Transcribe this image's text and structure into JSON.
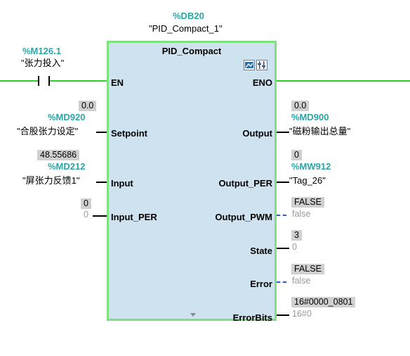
{
  "instance": {
    "db_address": "%DB20",
    "db_name": "\"PID_Compact_1\""
  },
  "block": {
    "title": "PID_Compact",
    "icons": [
      "commissioning-icon",
      "configuration-icon"
    ],
    "inputs": {
      "en": "EN",
      "setpoint": "Setpoint",
      "input": "Input",
      "input_per": "Input_PER"
    },
    "outputs": {
      "eno": "ENO",
      "output": "Output",
      "output_per": "Output_PER",
      "output_pwm": "Output_PWM",
      "state": "State",
      "error": "Error",
      "errorbits": "ErrorBits"
    }
  },
  "contact": {
    "address": "%M126.1",
    "name": "\"张力投入\""
  },
  "left_params": {
    "setpoint": {
      "value": "0.0",
      "address": "%MD920",
      "name": "\"合股张力设定\""
    },
    "input": {
      "value": "48.55686",
      "address": "%MD212",
      "name": "\"屏张力反馈1\""
    },
    "input_per": {
      "value": "0",
      "constant": "0"
    }
  },
  "right_params": {
    "output": {
      "value": "0.0",
      "address": "%MD900",
      "name": "\"磁粉输出总量\""
    },
    "output_per": {
      "value": "0",
      "address": "%MW912",
      "name": "\"Tag_26\""
    },
    "output_pwm": {
      "value": "FALSE",
      "constant": "false"
    },
    "state": {
      "value": "3",
      "constant": "0"
    },
    "error": {
      "value": "FALSE",
      "constant": "false"
    },
    "errorbits": {
      "value": "16#0000_0801",
      "constant": "16#0"
    }
  },
  "colors": {
    "address": "#2aa5a7",
    "power_flow": "#2ad12a",
    "block_fill": "#cfe2ef",
    "bool_wire": "#2d5fd1"
  }
}
